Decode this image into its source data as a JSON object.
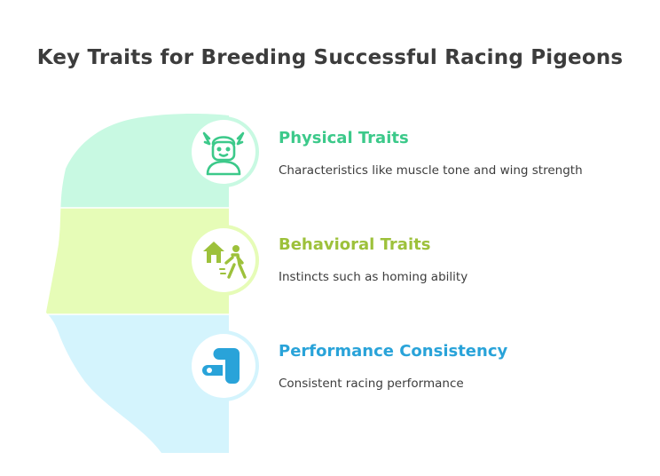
{
  "title": "Key Traits for Breeding Successful Racing Pigeons",
  "colors": {
    "physical": "#3cc98a",
    "behavioral": "#9dc13b",
    "performance": "#29a3d9",
    "physical_bg": "#c8f9e2",
    "behavioral_bg": "#e6fcb7",
    "performance_bg": "#d4f4fd"
  },
  "items": [
    {
      "title": "Physical Traits",
      "description": "Characteristics like muscle tone and wing strength",
      "icon": "winged-person-icon"
    },
    {
      "title": "Behavioral Traits",
      "description": "Instincts such as homing ability",
      "icon": "home-walking-person-icon"
    },
    {
      "title": "Performance Consistency",
      "description": "Consistent racing performance",
      "icon": "workflow-logo-icon"
    }
  ]
}
